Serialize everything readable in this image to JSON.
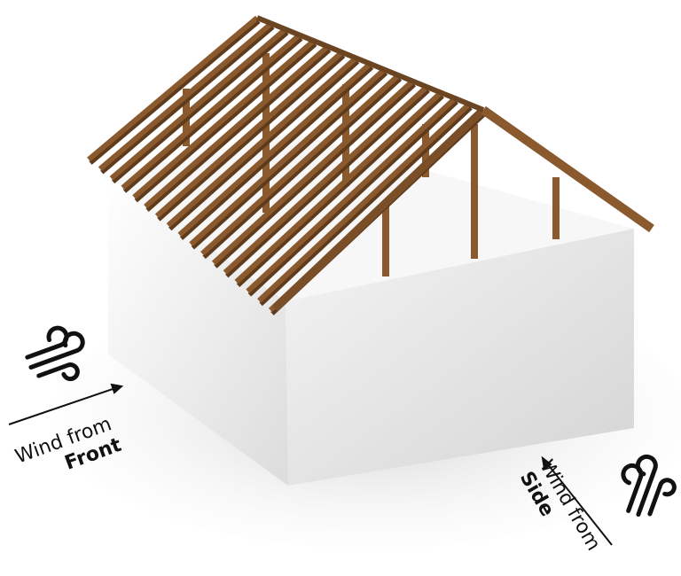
{
  "colors": {
    "wood": "#8a5a2e",
    "wood_dark": "#5e3b1c",
    "wall_light": "#f2f2f2",
    "wall_shade": "#d6d6d6",
    "text": "#111111"
  },
  "labels": {
    "front": {
      "line1": "Wind from",
      "line2": "Front",
      "icon": "wind-icon"
    },
    "side": {
      "line1": "Wind from",
      "line2": "Side",
      "icon": "wind-icon"
    }
  }
}
